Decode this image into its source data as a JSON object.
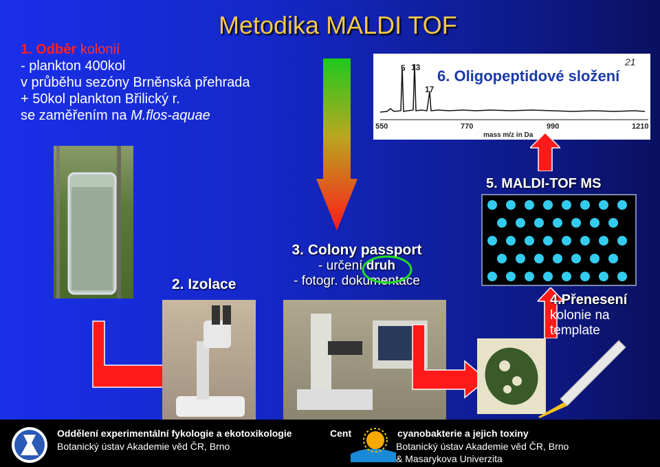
{
  "title": "Metodika MALDI TOF",
  "step1": {
    "line1_num": "1.",
    "line1_bold": "Odběr",
    "line1_rest": "kolonií",
    "line2": "- plankton 400kol",
    "line3": "v průběhu sezóny Brněnská přehrada",
    "line4": "+ 50kol plankton Břilický r.",
    "line5_prefix": "se zaměřením na ",
    "line5_italic": "M.flos-aquae"
  },
  "step2": {
    "label": "2. Izolace"
  },
  "step3": {
    "title": "3. Colony passport",
    "line1_prefix": "- určení ",
    "line1_bold": "druh",
    "line2": "- fotogr. dokumentace"
  },
  "step4": {
    "title": "4.Přenesení",
    "line1": "kolonie na",
    "line2": "template"
  },
  "step5": {
    "label": "5. MALDI-TOF MS"
  },
  "step6": {
    "label": "6. Oligopeptidové složení"
  },
  "spectrum": {
    "peak_labels": [
      "5",
      "13",
      "17",
      "21"
    ],
    "x_ticks": [
      "550",
      "770",
      "990",
      "1210"
    ],
    "x_label": "mass m/z in Da"
  },
  "footer": {
    "left_line1": "Oddělení experimentální fykologie a ekotoxikologie",
    "left_line2": "Botanický ústav Akademie věd ČR, Brno",
    "right_line1_a": "Cent",
    "right_line1_b": "cyanobakterie a jejich toxiny",
    "right_line2": "Botanický ústav Akademie věd ČR, Brno",
    "right_line3": "& Masarykova Univerzita"
  },
  "colors": {
    "title": "#f2c84a",
    "arrow_red": "#ff1a1a",
    "arrow_green": "#1ec81e",
    "slide_blue": "#1a2fe8",
    "well_cyan": "#33ccee"
  },
  "icons": [
    "flask-logo-icon",
    "sun-logo-icon"
  ]
}
